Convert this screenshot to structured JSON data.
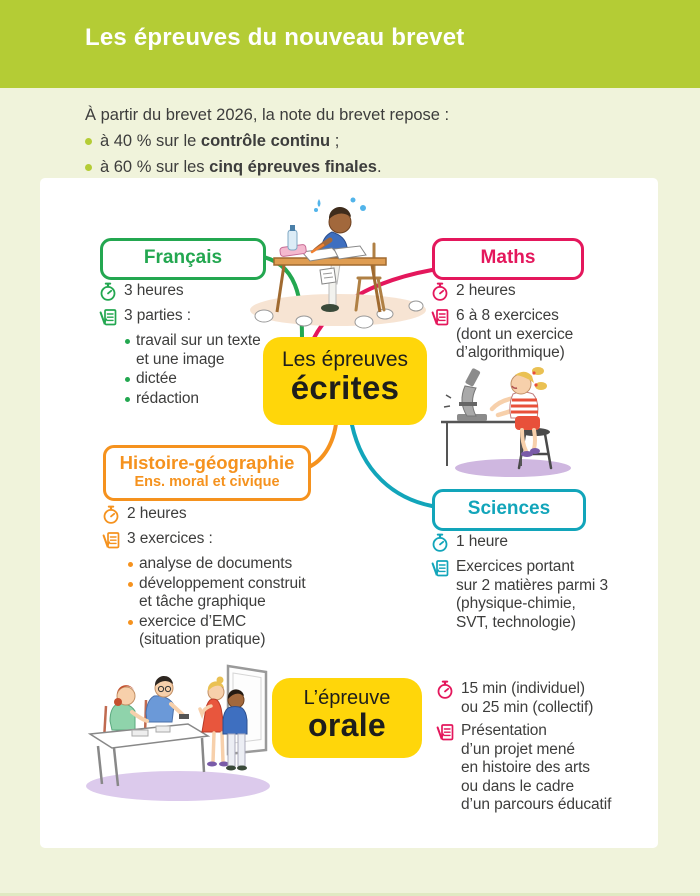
{
  "header": {
    "title": "Les épreuves du nouveau brevet"
  },
  "intro": {
    "line": "À partir du brevet 2026, la note du brevet repose :",
    "bullets": [
      {
        "pre": "à 40 % sur le ",
        "bold": "contrôle continu",
        "post": " ;"
      },
      {
        "pre": "à 60 % sur les ",
        "bold": "cinq épreuves finales",
        "post": "."
      }
    ]
  },
  "center": {
    "line1": "Les épreuves",
    "line2": "écrites"
  },
  "sections": {
    "francais": {
      "title": "Français",
      "duration": "3 heures",
      "tasks_intro": "3 parties :",
      "tasks": [
        "travail sur un texte\net une image",
        "dictée",
        "rédaction"
      ]
    },
    "maths": {
      "title": "Maths",
      "duration": "2 heures",
      "tasks": "6 à 8 exercices\n(dont un exercice\nd’algorithmique)"
    },
    "histoire": {
      "title": "Histoire-géographie",
      "subtitle": "Ens. moral et civique",
      "duration": "2 heures",
      "tasks_intro": "3 exercices :",
      "tasks": [
        "analyse de documents",
        "développement construit\net tâche graphique",
        "exercice d’EMC\n(situation pratique)"
      ]
    },
    "sciences": {
      "title": "Sciences",
      "duration": "1 heure",
      "tasks": "Exercices portant\nsur 2 matières parmi 3\n(physique-chimie,\nSVT, technologie)"
    }
  },
  "oral": {
    "line1": "L’épreuve",
    "line2": "orale",
    "duration": "15 min (individuel)\nou 25 min (collectif)",
    "tasks": "Présentation\nd’un projet mené\nen histoire des arts\nou dans le cadre\nd’un parcours éducatif"
  },
  "icons": {
    "duration": "stopwatch-icon",
    "tasks": "checklist-icon"
  },
  "colors": {
    "header_green": "#b4cc35",
    "bg": "#f0f3db",
    "ink": "#3d3d3c",
    "green": "#23a750",
    "pink": "#e4175c",
    "orange": "#f5921e",
    "teal": "#12a5ba",
    "yellow": "#ffd60a"
  }
}
